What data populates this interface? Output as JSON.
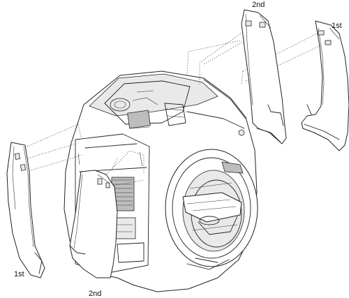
{
  "labels": {
    "front_panel_left_first": "1st",
    "front_panel_left_second": "2nd",
    "rear_panel_right_second": "2nd",
    "rear_panel_right_first": "1st"
  }
}
